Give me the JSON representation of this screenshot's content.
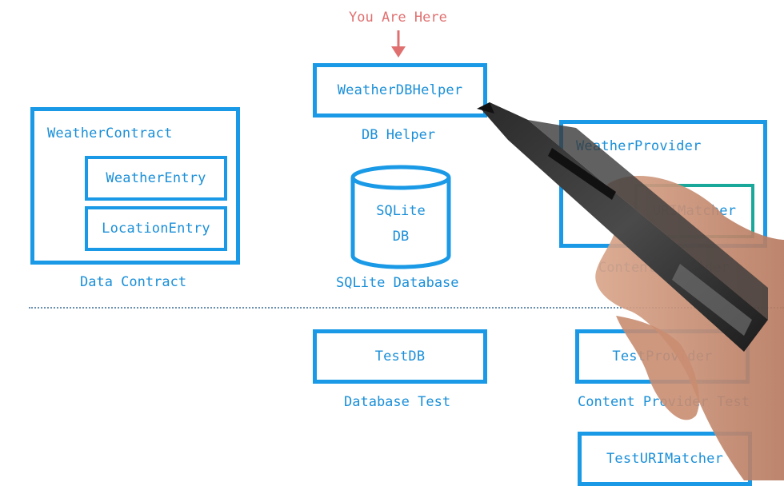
{
  "marker": {
    "label": "You Are Here"
  },
  "diagram": {
    "helper": {
      "box": "WeatherDBHelper",
      "caption": "DB Helper"
    },
    "contract": {
      "box": "WeatherContract",
      "entries": [
        "WeatherEntry",
        "LocationEntry"
      ],
      "caption": "Data Contract"
    },
    "database": {
      "line1": "SQLite",
      "line2": "DB",
      "caption": "SQLite Database"
    },
    "provider": {
      "box": "WeatherProvider",
      "matcher": "URIMatcher",
      "caption": "Content Provider"
    },
    "tests": {
      "db": {
        "box": "TestDB",
        "caption": "Database Test"
      },
      "provider": {
        "box": "TestProvider",
        "caption": "Content Provider Test"
      },
      "matcher": {
        "box": "TestURIMatcher"
      }
    }
  },
  "colors": {
    "box": "#1a9ae6",
    "marker": "#e07070"
  }
}
